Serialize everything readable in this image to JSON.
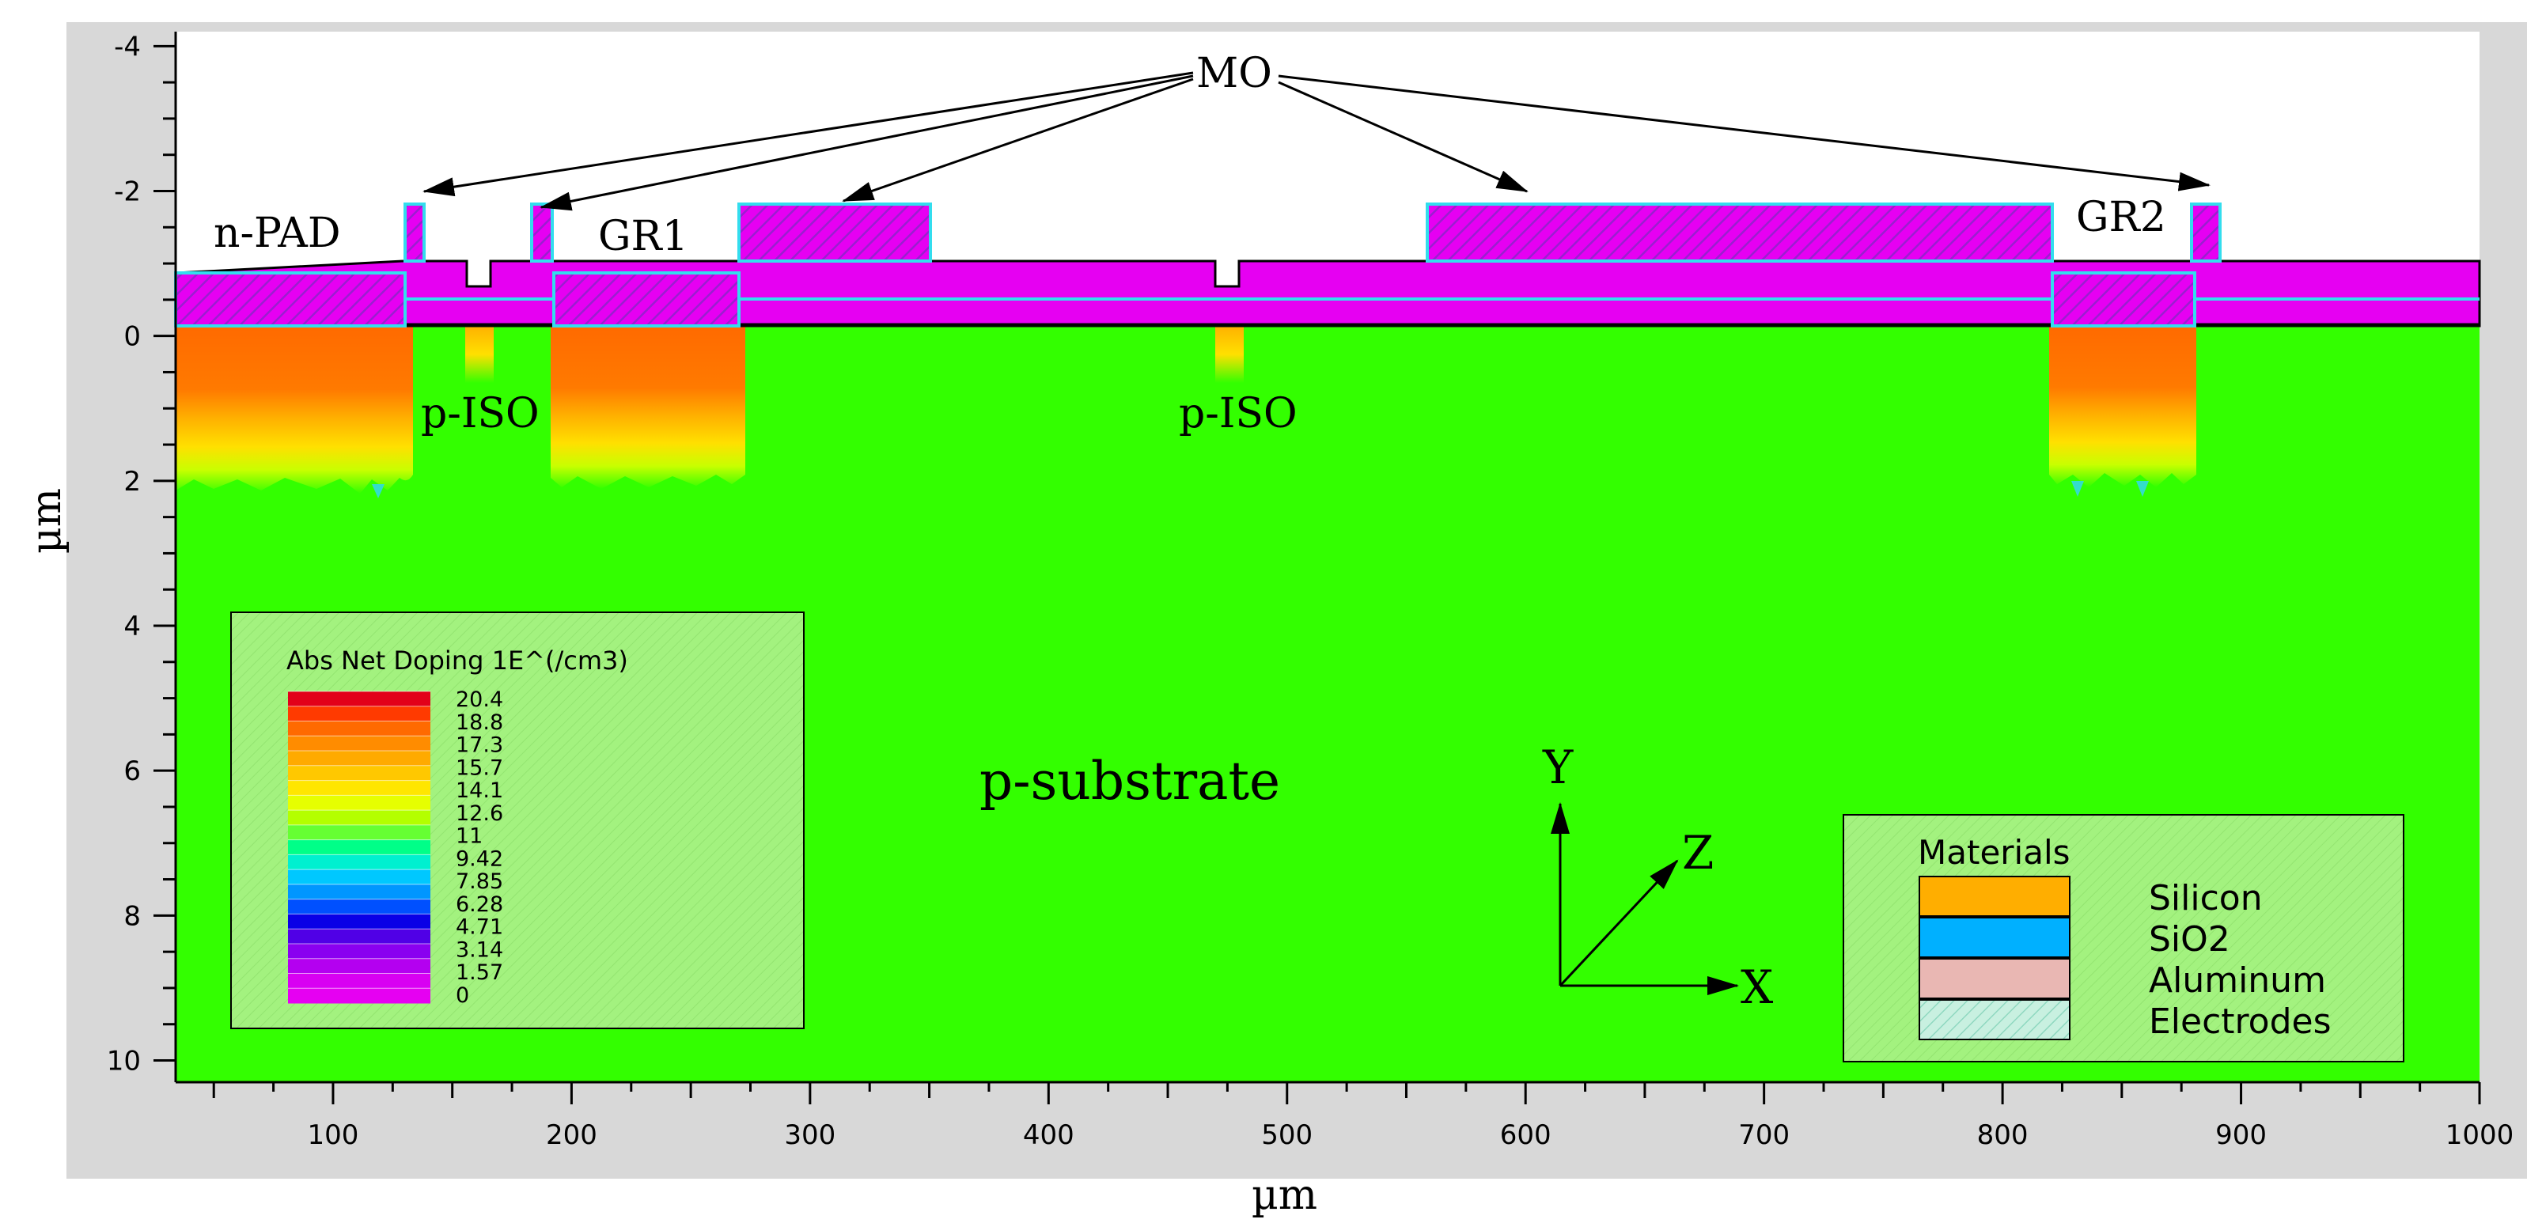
{
  "colors": {
    "substrate": "#33ff00",
    "oxide": "#e600f2",
    "oxide_edge": "#33ddee",
    "metal_hatch": "#9a1fcf",
    "panel_bg": "#a3f27f",
    "frame": "#d8d8d8",
    "outline": "#000000"
  },
  "axes": {
    "x_unit": "µm",
    "y_unit": "µm",
    "x_ticks": [
      {
        "value": 100,
        "label": "100"
      },
      {
        "value": 200,
        "label": "200"
      },
      {
        "value": 300,
        "label": "300"
      },
      {
        "value": 400,
        "label": "400"
      },
      {
        "value": 500,
        "label": "500"
      },
      {
        "value": 600,
        "label": "600"
      },
      {
        "value": 700,
        "label": "700"
      },
      {
        "value": 800,
        "label": "800"
      },
      {
        "value": 900,
        "label": "900"
      },
      {
        "value": 1000,
        "label": "1000"
      }
    ],
    "y_ticks": [
      {
        "value": -4,
        "label": "-4"
      },
      {
        "value": -2,
        "label": "-2"
      },
      {
        "value": 0,
        "label": "0"
      },
      {
        "value": 2,
        "label": "2"
      },
      {
        "value": 4,
        "label": "4"
      },
      {
        "value": 6,
        "label": "6"
      },
      {
        "value": 8,
        "label": "8"
      },
      {
        "value": 10,
        "label": "10"
      }
    ]
  },
  "structure_labels": {
    "metal": "MO",
    "n_pad": "n-PAD",
    "gr1": "GR1",
    "gr2": "GR2",
    "p_iso_1": "p-ISO",
    "p_iso_2": "p-ISO",
    "substrate": "p-substrate"
  },
  "doping_legend": {
    "title": "Abs Net Doping 1E^(/cm3)",
    "levels": [
      "20.4",
      "18.8",
      "17.3",
      "15.7",
      "14.1",
      "12.6",
      "11",
      "9.42",
      "7.85",
      "6.28",
      "4.71",
      "3.14",
      "1.57",
      "0"
    ]
  },
  "materials_legend": {
    "title": "Materials",
    "items": [
      {
        "name": "Silicon",
        "color": "#ffae00"
      },
      {
        "name": "SiO2",
        "color": "#00b0ff"
      },
      {
        "name": "Aluminum",
        "color": "#e9b7b3"
      },
      {
        "name": "Electrodes",
        "color": "#c8f0e0"
      }
    ]
  },
  "axis_triad": {
    "x": "X",
    "y": "Y",
    "z": "Z"
  }
}
